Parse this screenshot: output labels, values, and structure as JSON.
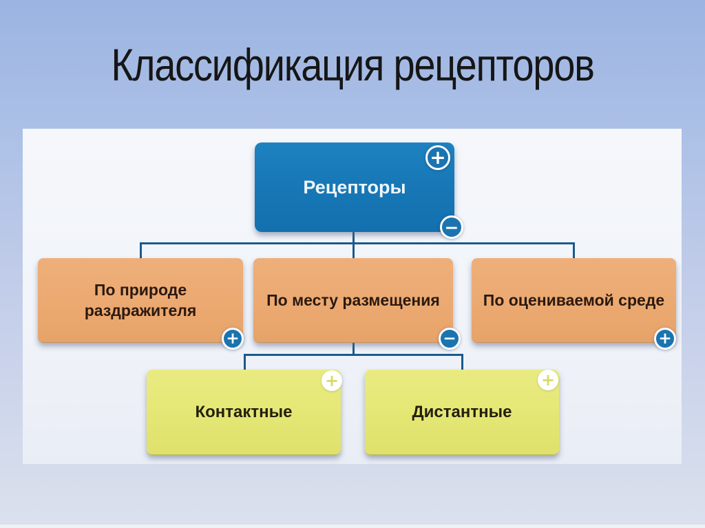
{
  "slide": {
    "title": "Классификация рецепторов"
  },
  "diagram": {
    "type": "hierarchy",
    "root": {
      "label": "Рецепторы",
      "expand_glyph": "+",
      "collapse_glyph": "−"
    },
    "level2": [
      {
        "label": "По природе раздражителя",
        "toggle_glyph": "+"
      },
      {
        "label": "По месту размещения",
        "toggle_glyph": "−"
      },
      {
        "label": "По оцениваемой среде",
        "toggle_glyph": "+"
      }
    ],
    "level3": [
      {
        "label": "Контактные",
        "toggle_glyph": "+"
      },
      {
        "label": "Дистантные",
        "toggle_glyph": "+"
      }
    ]
  },
  "colors": {
    "page-top": "#9cb4e2",
    "page-bottom": "#dbe1ed",
    "panel-fill": "#f1f4f9",
    "title-text": "#161616",
    "root-fill": "#1878b7",
    "root-text": "#eef6fc",
    "level2-fill": "#ecaa72",
    "level2-text": "#2b190f",
    "level3-fill": "#e5e775",
    "level3-text": "#23200e",
    "connector": "#1a5a8c",
    "badge-fill": "#1b74b0",
    "badge-ring": "#ffffff",
    "level3-badge-glyph": "#d8d966"
  }
}
